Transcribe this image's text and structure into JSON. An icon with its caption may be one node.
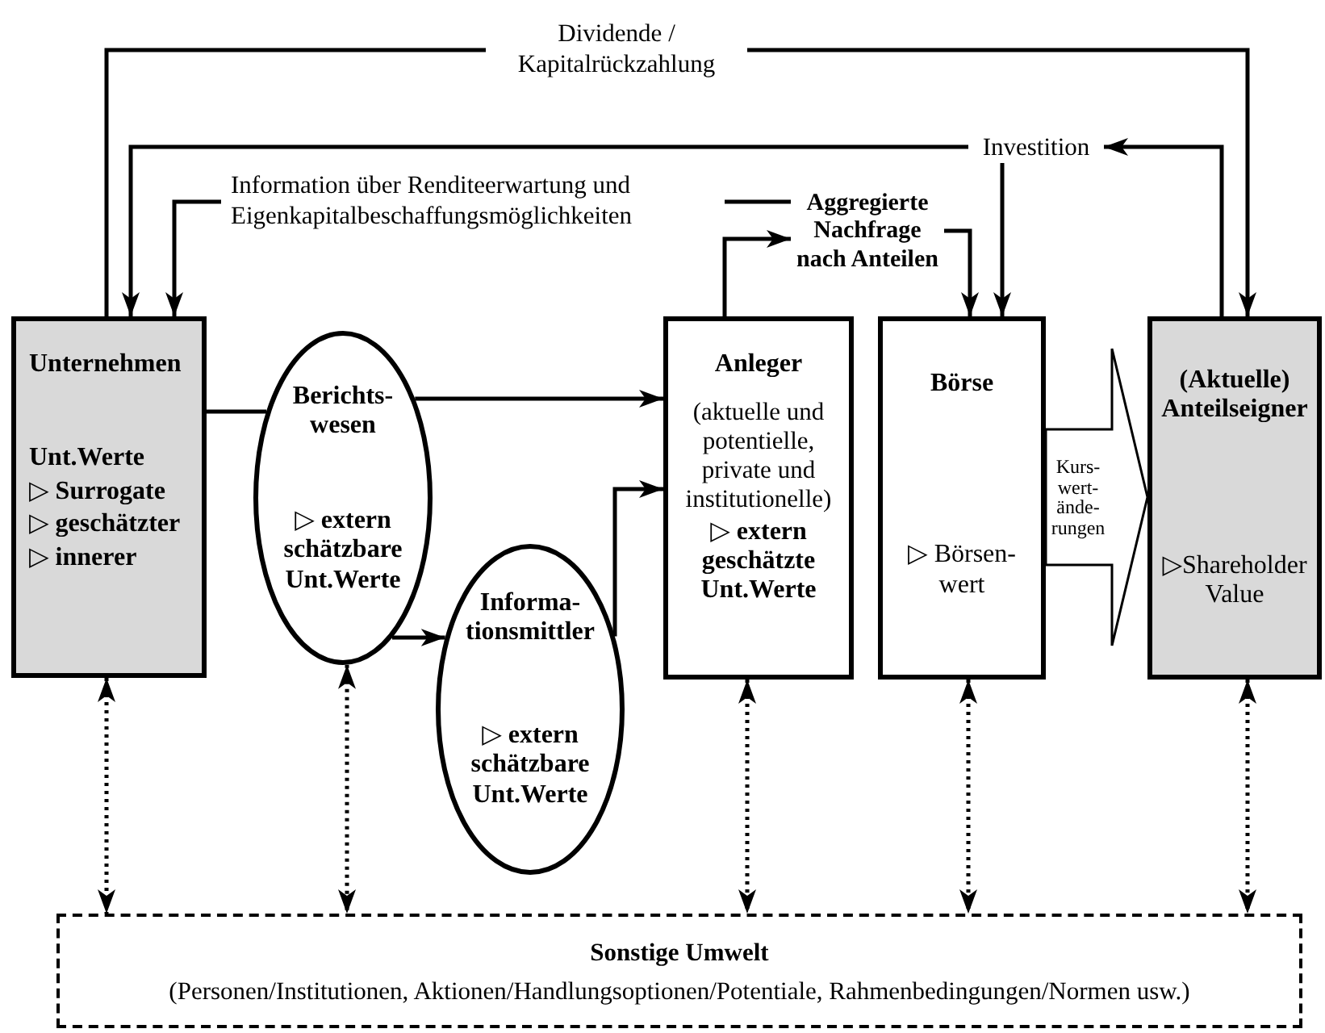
{
  "diagram": {
    "nodes": [
      {
        "text": [
          "Investition"
        ]
      },
      {
        "text": [
          "Aggregierte Nachfrage nach Anteilen"
        ]
      },
      {
        "text": [
          "Unternehmen",
          "Unt.Werte",
          "▷ Surrogate",
          "▷ geschätzter",
          "▷ innerer"
        ]
      },
      {
        "text": [
          "Berichts- wesen",
          "▷ extern schätzbare Unt.Werte"
        ]
      },
      {
        "text": [
          "Informa- tionsmittler",
          "▷ extern schätzbare Unt.Werte"
        ]
      },
      {
        "text": [
          "Anleger",
          "(aktuelle und potentielle, private und institutionelle)",
          "▷ extern geschätzte Unt.Werte"
        ]
      },
      {
        "text": [
          "Börse",
          "▷ Börsen- wert"
        ]
      },
      {
        "text": [
          "(Aktuelle) Anteilseigner",
          "▷Shareholder Value"
        ]
      },
      {
        "text": [
          "Sonstige Umwelt",
          "(Personen/Institutionen, Aktionen/Handlungsoptionen/Potentiale, Rahmenbedingungen/Normen usw.)"
        ]
      }
    ],
    "edges": [
      {
        "from": 2,
        "to": 7,
        "arrow": "to",
        "label": "Dividende / Kapitalrückzahlung"
      },
      {
        "from": 7,
        "to": 0,
        "arrow": "to"
      },
      {
        "from": 0,
        "to": 2,
        "arrow": "to"
      },
      {
        "from": 0,
        "to": 6,
        "arrow": "to"
      },
      {
        "from": 1,
        "to": 2,
        "arrow": "to",
        "label": "Information über Renditeerwartung und Eigenkapitalbeschaffungsmöglichkeiten"
      },
      {
        "from": 5,
        "to": 1,
        "arrow": "to"
      },
      {
        "from": 1,
        "to": 6,
        "arrow": "to"
      },
      {
        "from": 2,
        "to": 3,
        "arrow": "none"
      },
      {
        "from": 3,
        "to": 5,
        "arrow": "to"
      },
      {
        "from": 3,
        "to": 4,
        "arrow": "to"
      },
      {
        "from": 4,
        "to": 5,
        "arrow": "to"
      },
      {
        "from": 6,
        "to": 7,
        "arrow": "to",
        "label": "Kurs- wert- ände- rungen",
        "style": "thick"
      },
      {
        "from": 2,
        "to": 8,
        "arrow": "both",
        "style": "dashed"
      },
      {
        "from": 3,
        "to": 8,
        "arrow": "both",
        "style": "dashed"
      },
      {
        "from": 5,
        "to": 8,
        "arrow": "both",
        "style": "dashed"
      },
      {
        "from": 6,
        "to": 8,
        "arrow": "both",
        "style": "dashed"
      },
      {
        "from": 7,
        "to": 8,
        "arrow": "both",
        "style": "dashed"
      }
    ]
  }
}
